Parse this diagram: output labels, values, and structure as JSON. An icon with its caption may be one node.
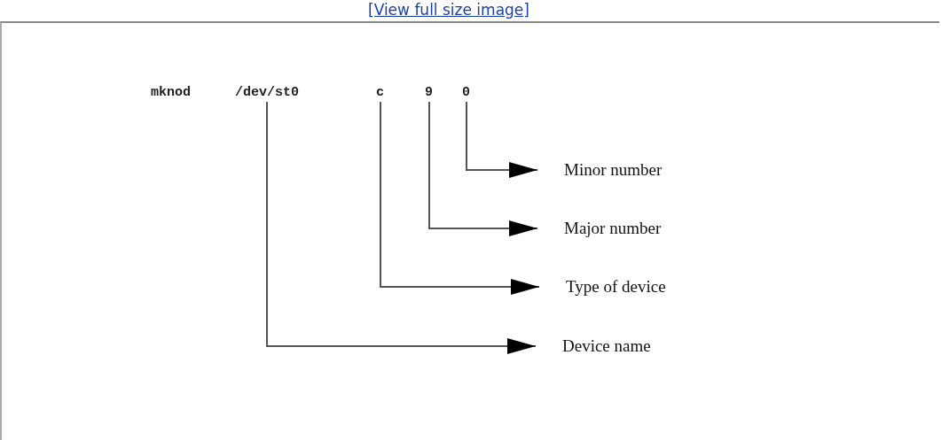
{
  "diagram": {
    "nodes": [
      {
        "text": [
          "/dev/st0"
        ]
      },
      {
        "text": [
          "c"
        ]
      },
      {
        "text": [
          "9"
        ]
      },
      {
        "text": [
          "0"
        ]
      },
      {
        "text": [
          "Minor number"
        ]
      },
      {
        "text": [
          "Major number"
        ]
      },
      {
        "text": [
          "Type of device"
        ]
      },
      {
        "text": [
          "Device name"
        ]
      }
    ],
    "edges": [
      {
        "from": 3,
        "to": 4,
        "arrow": "to"
      },
      {
        "from": 2,
        "to": 5,
        "arrow": "to"
      },
      {
        "from": 1,
        "to": 6,
        "arrow": "to"
      },
      {
        "from": 0,
        "to": 7,
        "arrow": "to"
      }
    ],
    "labels": [
      "[View full size image]",
      "mknod"
    ]
  }
}
